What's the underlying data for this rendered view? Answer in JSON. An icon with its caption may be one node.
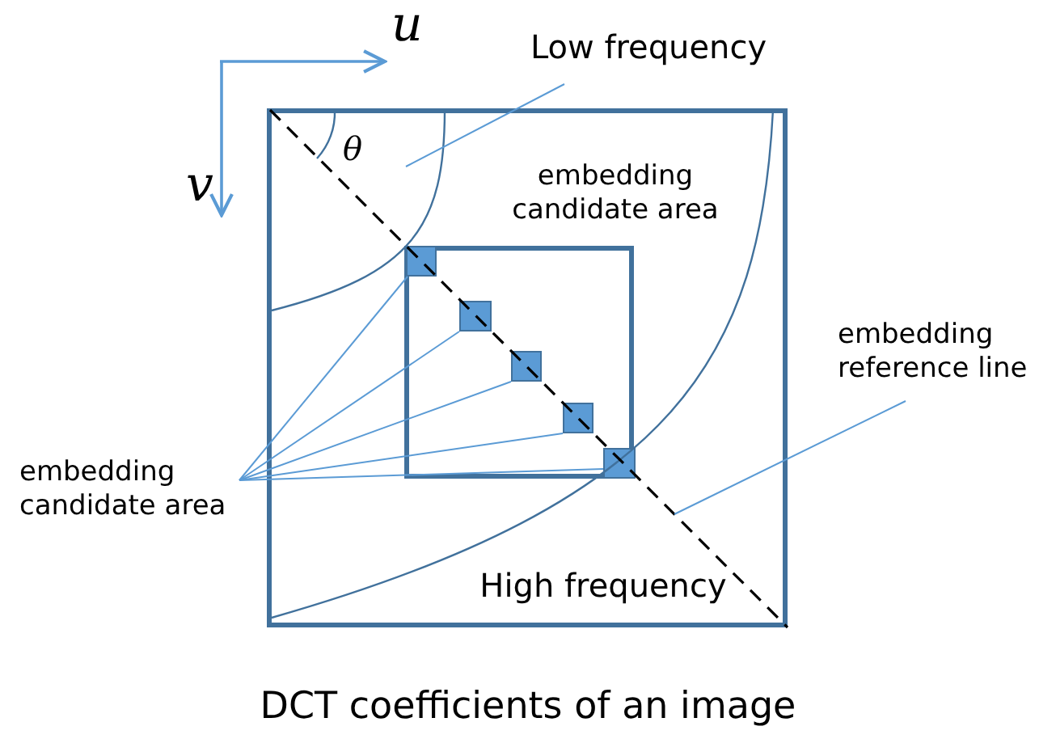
{
  "diagram": {
    "caption": "DCT coefficients of an image",
    "nodes": [
      {
        "text": [
          "High frequency"
        ]
      },
      {
        "text": [
          "embedding candidate area"
        ],
        "in": 0
      },
      {
        "text": [],
        "shape": "box",
        "in": 1
      },
      {
        "text": [],
        "shape": "box",
        "in": 1
      },
      {
        "text": [],
        "shape": "box",
        "in": 1
      },
      {
        "text": [],
        "shape": "box",
        "in": 1
      },
      {
        "text": [],
        "shape": "box",
        "in": 1
      },
      {
        "text": [
          "Low frequency"
        ]
      },
      {
        "text": [
          "embedding candidate area"
        ]
      },
      {
        "text": [
          "embedding reference line"
        ]
      }
    ],
    "edges": [
      {
        "from": 7,
        "to": null,
        "arrow": "none"
      },
      {
        "from": 8,
        "to": 2,
        "arrow": "none"
      },
      {
        "from": 8,
        "to": 3,
        "arrow": "none"
      },
      {
        "from": 8,
        "to": 4,
        "arrow": "none"
      },
      {
        "from": 8,
        "to": 5,
        "arrow": "none"
      },
      {
        "from": 8,
        "to": 6,
        "arrow": "none"
      },
      {
        "from": 9,
        "to": null,
        "arrow": "none"
      }
    ],
    "labels": [
      "u",
      "v",
      "θ"
    ]
  }
}
